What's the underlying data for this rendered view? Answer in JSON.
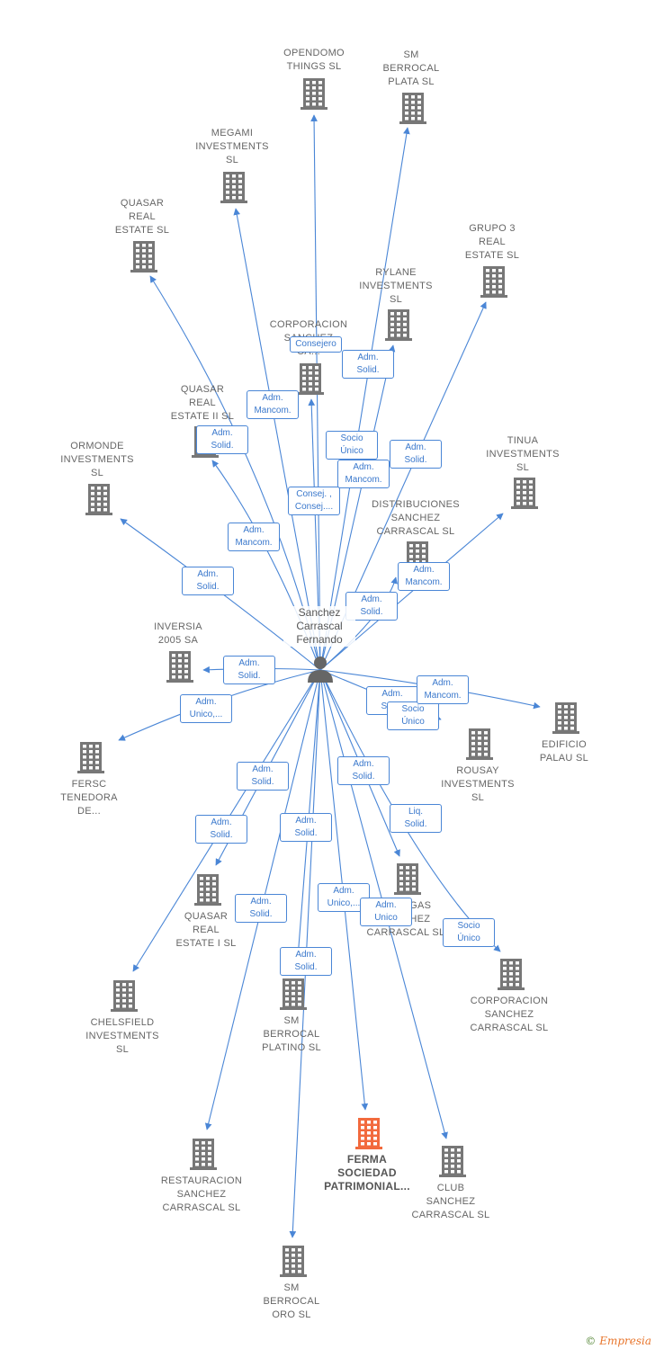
{
  "center": {
    "name_lines": [
      "Sanchez",
      "Carrascal",
      "Fernando"
    ]
  },
  "nodes": [
    {
      "id": "opendomo",
      "lines": [
        "OPENDOMO",
        "THINGS  SL"
      ],
      "highlight": false
    },
    {
      "id": "sm-berrocal-plata",
      "lines": [
        "SM",
        "BERROCAL",
        "PLATA SL"
      ],
      "highlight": false
    },
    {
      "id": "megami",
      "lines": [
        "MEGAMI",
        "INVESTMENTS",
        "SL"
      ],
      "highlight": false
    },
    {
      "id": "quasar-real-estate",
      "lines": [
        "QUASAR",
        "REAL",
        "ESTATE  SL"
      ],
      "highlight": false
    },
    {
      "id": "grupo3",
      "lines": [
        "GRUPO 3",
        "REAL",
        "ESTATE  SL"
      ],
      "highlight": false
    },
    {
      "id": "rylane",
      "lines": [
        "RYLANE",
        "INVESTMENTS",
        "SL"
      ],
      "highlight": false
    },
    {
      "id": "corporacion-1",
      "lines": [
        "CORPORACION",
        "SANCHEZ",
        "CA..."
      ],
      "highlight": false
    },
    {
      "id": "quasar-ii",
      "lines": [
        "QUASAR",
        "REAL",
        "ESTATE II  SL"
      ],
      "highlight": false
    },
    {
      "id": "ormonde",
      "lines": [
        "ORMONDE",
        "INVESTMENTS",
        "SL"
      ],
      "highlight": false
    },
    {
      "id": "tinua",
      "lines": [
        "TINUA",
        "INVESTMENTS",
        "SL"
      ],
      "highlight": false
    },
    {
      "id": "distribuciones",
      "lines": [
        "DISTRIBUCIONES",
        "SANCHEZ",
        "CARRASCAL SL"
      ],
      "highlight": false
    },
    {
      "id": "inversia",
      "lines": [
        "INVERSIA",
        "2005 SA"
      ],
      "highlight": false
    },
    {
      "id": "edificio-palau",
      "lines": [
        "EDIFICIO",
        "PALAU  SL"
      ],
      "highlight": false
    },
    {
      "id": "fersc",
      "lines": [
        "FERSC",
        "TENEDORA",
        "DE..."
      ],
      "highlight": false
    },
    {
      "id": "rousay",
      "lines": [
        "ROUSAY",
        "INVESTMENTS",
        "SL"
      ],
      "highlight": false
    },
    {
      "id": "quasar-i",
      "lines": [
        "QUASAR",
        "REAL",
        "ESTATE I  SL"
      ],
      "highlight": false
    },
    {
      "id": "bodegas",
      "lines": [
        "BODEGAS",
        "SANCHEZ",
        "CARRASCAL SL"
      ],
      "highlight": false
    },
    {
      "id": "corporacion-2",
      "lines": [
        "CORPORACION",
        "SANCHEZ",
        "CARRASCAL SL"
      ],
      "highlight": false
    },
    {
      "id": "chelsfield",
      "lines": [
        "CHELSFIELD",
        "INVESTMENTS",
        "SL"
      ],
      "highlight": false
    },
    {
      "id": "sm-berrocal-platino",
      "lines": [
        "SM",
        "BERROCAL",
        "PLATINO SL"
      ],
      "highlight": false
    },
    {
      "id": "restauracion",
      "lines": [
        "RESTAURACION",
        "SANCHEZ",
        "CARRASCAL SL"
      ],
      "highlight": false
    },
    {
      "id": "ferma",
      "lines": [
        "FERMA",
        "SOCIEDAD",
        "PATRIMONIAL..."
      ],
      "highlight": true
    },
    {
      "id": "club",
      "lines": [
        "CLUB",
        "SANCHEZ",
        "CARRASCAL SL"
      ],
      "highlight": false
    },
    {
      "id": "sm-berrocal-oro",
      "lines": [
        "SM",
        "BERROCAL",
        "ORO SL"
      ],
      "highlight": false
    }
  ],
  "edge_labels": [
    {
      "id": "consejero",
      "lines": [
        "Consejero"
      ]
    },
    {
      "id": "rylane-adm",
      "lines": [
        "Adm.",
        "Solid."
      ]
    },
    {
      "id": "megami-adm",
      "lines": [
        "Adm.",
        "Mancom."
      ]
    },
    {
      "id": "quasarii-adm",
      "lines": [
        "Adm.",
        "Solid."
      ]
    },
    {
      "id": "socio-unico-1",
      "lines": [
        "Socio",
        "Único"
      ]
    },
    {
      "id": "grupo3-adm",
      "lines": [
        "Adm.",
        "Solid."
      ]
    },
    {
      "id": "corp-adm-mancom",
      "lines": [
        "Adm.",
        "Mancom."
      ]
    },
    {
      "id": "consej",
      "lines": [
        "Consej. ,",
        "Consej...."
      ]
    },
    {
      "id": "quasar-adm-mancom",
      "lines": [
        "Adm.",
        "Mancom."
      ]
    },
    {
      "id": "ormonde-adm",
      "lines": [
        "Adm.",
        "Solid."
      ]
    },
    {
      "id": "distrib-adm",
      "lines": [
        "Adm.",
        "Solid."
      ]
    },
    {
      "id": "tinua-adm",
      "lines": [
        "Adm.",
        "Mancom."
      ]
    },
    {
      "id": "inversia-adm",
      "lines": [
        "Adm.",
        "Solid."
      ]
    },
    {
      "id": "fersc-adm",
      "lines": [
        "Adm.",
        "Unico,..."
      ]
    },
    {
      "id": "rousay-adm",
      "lines": [
        "Adm.",
        "Solid."
      ]
    },
    {
      "id": "socio-unico-2",
      "lines": [
        "Socio",
        "Único"
      ]
    },
    {
      "id": "palau-adm",
      "lines": [
        "Adm.",
        "Mancom."
      ]
    },
    {
      "id": "chelsfield-adm1",
      "lines": [
        "Adm.",
        "Solid."
      ]
    },
    {
      "id": "bodegas-adm",
      "lines": [
        "Adm.",
        "Solid."
      ]
    },
    {
      "id": "quasari-adm",
      "lines": [
        "Adm.",
        "Solid."
      ]
    },
    {
      "id": "restauracion-adm",
      "lines": [
        "Adm.",
        "Solid."
      ]
    },
    {
      "id": "liq",
      "lines": [
        "Liq.",
        "Solid."
      ]
    },
    {
      "id": "ferma-adm",
      "lines": [
        "Adm.",
        "Unico,..."
      ]
    },
    {
      "id": "socio-unico-3",
      "lines": [
        "Socio",
        "Único"
      ]
    },
    {
      "id": "sm-oro-adm",
      "lines": [
        "Adm.",
        "Solid."
      ]
    },
    {
      "id": "club-adm",
      "lines": [
        "Adm.",
        "Unico"
      ]
    },
    {
      "id": "platino-adm",
      "lines": [
        "Adm.",
        "Solid."
      ]
    }
  ],
  "footer": {
    "copyright": "©",
    "brand": "Empresia"
  },
  "colors": {
    "edge": "#4a86d6",
    "building": "#777777",
    "highlight_building": "#f26a3d",
    "person": "#666666"
  }
}
